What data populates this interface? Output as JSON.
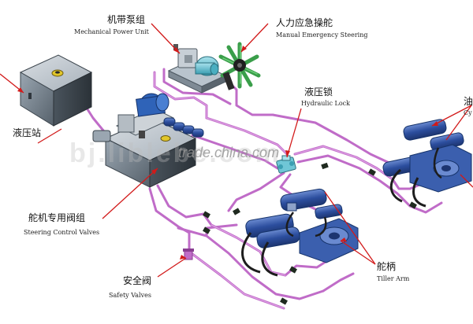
{
  "labels": {
    "mechanical_power_unit_cn": "机带泵组",
    "mechanical_power_unit_en": "Mechanical Power Unit",
    "manual_steering_cn": "人力应急操舵",
    "manual_steering_en": "Manual Emergency Steering",
    "hydraulic_lock_cn": "液压锁",
    "hydraulic_lock_en": "Hydraulic Lock",
    "power_station_cn": "液压站",
    "steering_valves_cn": "舵机专用阀组",
    "steering_valves_en": "Steering Control Valves",
    "safety_valves_cn": "安全阀",
    "safety_valves_en": "Safety Valves",
    "tiller_arm_cn": "舵柄",
    "tiller_arm_en": "Tiller Arm",
    "cylinder_cn_partial": "油",
    "cylinder_en_partial": "Cy"
  },
  "watermarks": {
    "main": "trade.china.com",
    "faint": "bj.liblebe.com"
  },
  "colors": {
    "pipe": "#c06cc8",
    "pipe_edge": "#8a3e92",
    "pointer": "#d21a1a",
    "unit_body": "#7d8a96",
    "pump_cyan": "#6fc6d6",
    "motor_blue": "#2f63b8",
    "cylinder_blue": "#3b5fae",
    "green_wheel": "#3a9e4a"
  }
}
